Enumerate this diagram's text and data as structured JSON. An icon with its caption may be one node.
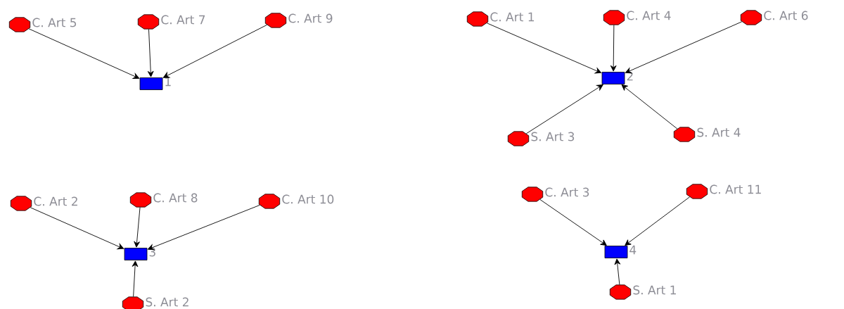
{
  "diagram": {
    "nodes": [
      {
        "text": [
          "C. Art 5"
        ]
      },
      {
        "text": [
          "C. Art 7"
        ]
      },
      {
        "text": [
          "C. Art 9"
        ]
      },
      {
        "text": [
          "1"
        ]
      },
      {
        "text": [
          "C. Art 1"
        ]
      },
      {
        "text": [
          "C. Art 4"
        ]
      },
      {
        "text": [
          "C. Art 6"
        ]
      },
      {
        "text": [
          "2"
        ]
      },
      {
        "text": [
          "S. Art 3"
        ]
      },
      {
        "text": [
          "S. Art 4"
        ]
      },
      {
        "text": [
          "C. Art 2"
        ]
      },
      {
        "text": [
          "C. Art 8"
        ]
      },
      {
        "text": [
          "C. Art 10"
        ]
      },
      {
        "text": [
          "3"
        ]
      },
      {
        "text": [
          "S. Art 2"
        ]
      },
      {
        "text": [
          "C. Art 3"
        ]
      },
      {
        "text": [
          "C. Art 11"
        ]
      },
      {
        "text": [
          "4"
        ]
      },
      {
        "text": [
          "S. Art 1"
        ]
      }
    ],
    "edges": [
      {
        "from": 0,
        "to": 3,
        "arrow": "to"
      },
      {
        "from": 1,
        "to": 3,
        "arrow": "to"
      },
      {
        "from": 2,
        "to": 3,
        "arrow": "to"
      },
      {
        "from": 4,
        "to": 7,
        "arrow": "to"
      },
      {
        "from": 5,
        "to": 7,
        "arrow": "to"
      },
      {
        "from": 6,
        "to": 7,
        "arrow": "to"
      },
      {
        "from": 8,
        "to": 7,
        "arrow": "to"
      },
      {
        "from": 9,
        "to": 7,
        "arrow": "to"
      },
      {
        "from": 10,
        "to": 13,
        "arrow": "to"
      },
      {
        "from": 11,
        "to": 13,
        "arrow": "to"
      },
      {
        "from": 12,
        "to": 13,
        "arrow": "to"
      },
      {
        "from": 14,
        "to": 13,
        "arrow": "to"
      },
      {
        "from": 15,
        "to": 17,
        "arrow": "to"
      },
      {
        "from": 16,
        "to": 17,
        "arrow": "to"
      },
      {
        "from": 18,
        "to": 17,
        "arrow": "to"
      }
    ]
  }
}
